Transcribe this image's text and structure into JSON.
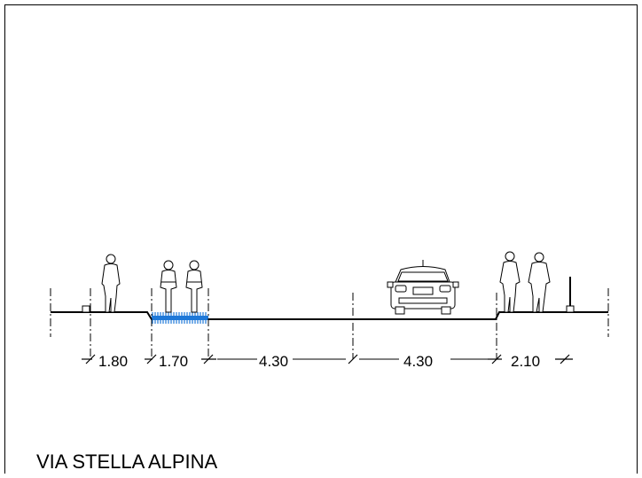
{
  "section": {
    "title": "VIA STELLA ALPINA",
    "dimensions": [
      "1.80",
      "1.70",
      "4.30",
      "4.30",
      "2.10"
    ],
    "colors": {
      "line": "#000000",
      "bike_lane": "#1e78d8",
      "figure": "#ffffff"
    },
    "icons": [
      "pedestrian-icon",
      "cyclist-icon",
      "car-icon",
      "street-pole-icon"
    ]
  }
}
